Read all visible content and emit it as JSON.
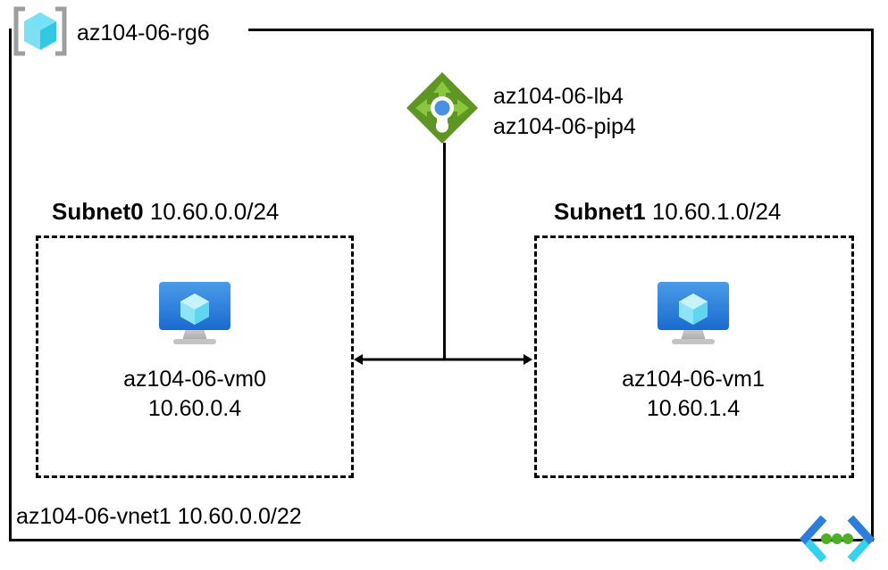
{
  "diagram": {
    "type": "azure-network-topology",
    "resource_group": {
      "label": "az104-06-rg6",
      "icon": "resource-group-cube-icon"
    },
    "load_balancer": {
      "icon": "load-balancer-icon",
      "lines": [
        "az104-06-lb4",
        "az104-06-pip4"
      ],
      "lb_name": "az104-06-lb4",
      "public_ip_name": "az104-06-pip4"
    },
    "subnets": [
      {
        "name": "Subnet0",
        "cidr": "10.60.0.0/24",
        "vm": {
          "icon": "virtual-machine-icon",
          "name": "az104-06-vm0",
          "ip": "10.60.0.4"
        }
      },
      {
        "name": "Subnet1",
        "cidr": "10.60.1.0/24",
        "vm": {
          "icon": "virtual-machine-icon",
          "name": "az104-06-vm1",
          "ip": "10.60.1.4"
        }
      }
    ],
    "vnet": {
      "label": "az104-06-vnet1 10.60.0.0/22",
      "name": "az104-06-vnet1",
      "cidr": "10.60.0.0/22",
      "icon": "virtual-network-icon"
    },
    "connectors": {
      "lb_to_vms": "vertical-line",
      "vm_to_vm": "double-headed-arrow"
    },
    "colors": {
      "line": "#000000",
      "load_balancer_diamond": "#5e9624",
      "load_balancer_arrows": "#8cc63e",
      "load_balancer_dot": "#4a90e2",
      "vm_monitor_top": "#3d8fe0",
      "vm_monitor_bottom": "#1f6fd0",
      "vm_cube": "#9fe6f5",
      "vm_stand": "#b8b8b8",
      "rg_cube_light": "#9fe8f7",
      "rg_cube_mid": "#3fd9f3",
      "rg_cube_dark": "#31c8e0",
      "rg_bracket": "#9e9e9e",
      "vnet_chevron_top": "#2e7ddb",
      "vnet_chevron_bottom": "#35d2f0",
      "vnet_dot": "#4caf24"
    }
  }
}
